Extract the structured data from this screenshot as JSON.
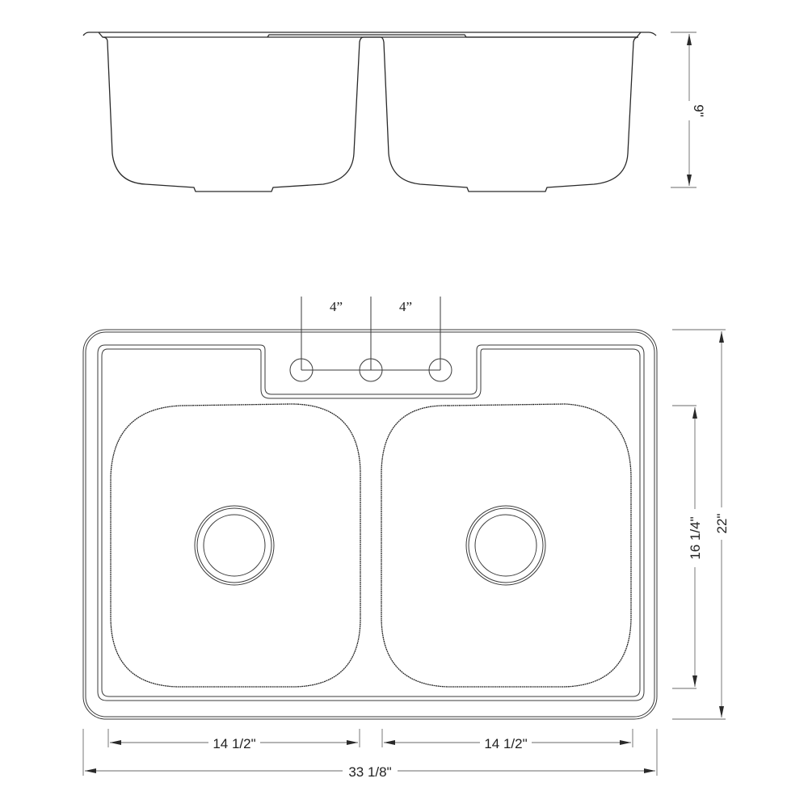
{
  "drawing": {
    "title": "Double bowl drop-in kitchen sink dimension drawing",
    "views": [
      "side-section-view",
      "top-plan-view"
    ]
  },
  "dimensions": {
    "depth": "9\"",
    "faucet_spacing_left": "4”",
    "faucet_spacing_right": "4”",
    "overall_length": "22\"",
    "bowl_length": "16 1/4\"",
    "bowl_width_left": "14 1/2\"",
    "bowl_width_right": "14 1/2\"",
    "overall_width": "33 1/8\""
  },
  "features": {
    "faucet_holes": 3,
    "bowls": 2,
    "drains": 2
  }
}
